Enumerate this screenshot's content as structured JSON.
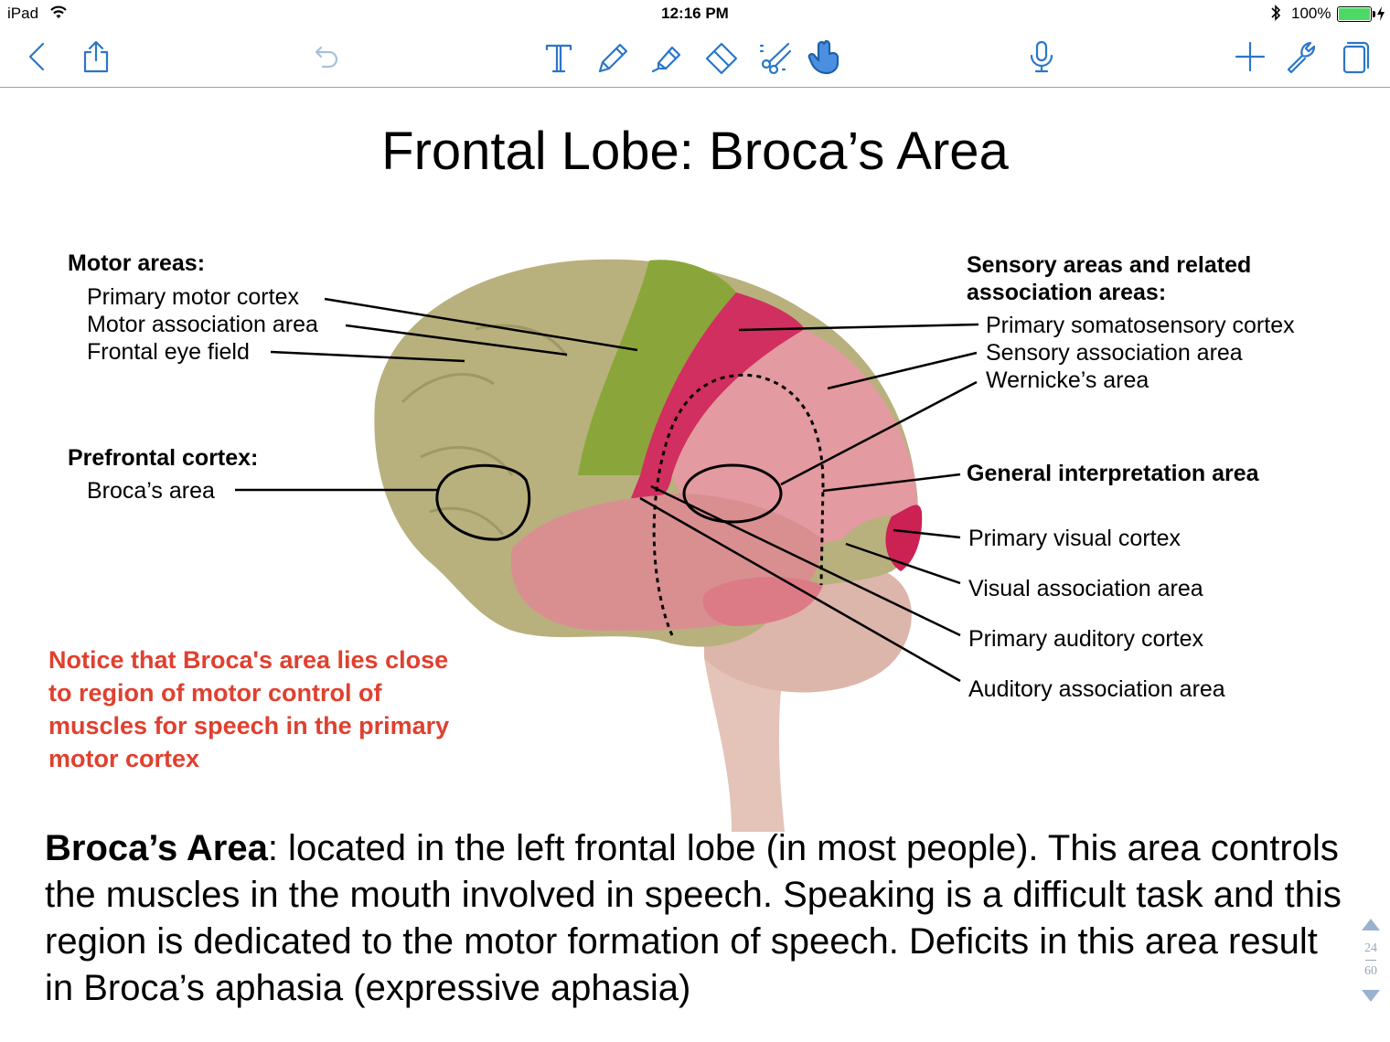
{
  "status_bar": {
    "device": "iPad",
    "time": "12:16 PM",
    "battery": "100%"
  },
  "toolbar": {
    "icons": [
      "back-chevron-icon",
      "share-icon",
      "undo-icon",
      "text-tool-icon",
      "pen-icon",
      "highlighter-icon",
      "eraser-icon",
      "lasso-scissors-icon",
      "hand-pointer-icon",
      "microphone-icon",
      "add-icon",
      "wrench-icon",
      "pages-icon"
    ],
    "accent_color": "#2a76c9"
  },
  "page": {
    "title": "Frontal Lobe: Broca’s Area",
    "diagram": {
      "motor_heading": "Motor areas:",
      "motor_items": [
        "Primary motor cortex",
        "Motor association area",
        "Frontal eye field"
      ],
      "prefrontal_heading": "Prefrontal cortex:",
      "prefrontal_item": "Broca’s area",
      "sensory_heading_line1": "Sensory areas and related",
      "sensory_heading_line2": "association areas:",
      "sensory_items": [
        "Primary somatosensory cortex",
        "Sensory association area",
        "Wernicke’s area"
      ],
      "general_heading": "General interpretation area",
      "lower_items": [
        "Primary visual cortex",
        "Visual association area",
        "Primary auditory cortex",
        "Auditory association area"
      ]
    },
    "callout": "Notice that Broca's area lies close to region of motor control of muscles for speech in the primary motor cortex",
    "body_term": "Broca’s Area",
    "body_text": ":  located in the left frontal lobe (in most people).  This area controls the muscles in the mouth involved in speech.  Speaking is a difficult task and this region is dedicated to the motor formation of speech.    Deficits in this area result in Broca’s aphasia (expressive aphasia)",
    "callout_color": "#e0402f"
  },
  "page_nav": {
    "current": "24",
    "total": "60"
  }
}
